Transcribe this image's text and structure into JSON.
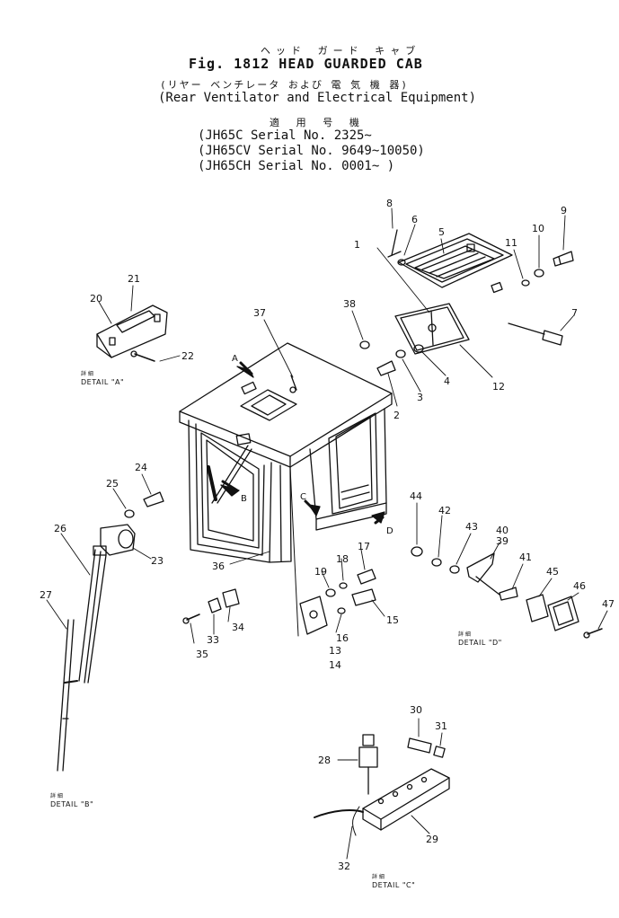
{
  "header": {
    "jp_title": "ヘッド ガード キャブ",
    "title": "Fig. 1812 HEAD GUARDED CAB",
    "jp_subtitle": "(リヤー ベンチレータ および 電 気 機 器)",
    "subtitle": "(Rear Ventilator and Electrical Equipment)",
    "jp_applicable": "適 用 号 機",
    "serials": [
      "(JH65C    Serial No. 2325~",
      "(JH65CV  Serial No. 9649~10050)",
      "(JH65CH  Serial No. 0001~          )"
    ]
  },
  "details": {
    "jp": "詳 細",
    "a": "DETAIL \"A\"",
    "b": "DETAIL \"B\"",
    "c": "DETAIL \"C\"",
    "d": "DETAIL \"D\""
  },
  "view_arrows": [
    "A",
    "B",
    "C",
    "D"
  ],
  "callouts": [
    "1",
    "2",
    "3",
    "4",
    "5",
    "6",
    "7",
    "8",
    "9",
    "10",
    "11",
    "12",
    "13",
    "14",
    "15",
    "16",
    "17",
    "18",
    "19",
    "20",
    "21",
    "22",
    "23",
    "24",
    "25",
    "26",
    "27",
    "28",
    "29",
    "30",
    "31",
    "32",
    "33",
    "34",
    "35",
    "36",
    "37",
    "38",
    "39",
    "40",
    "41",
    "42",
    "43",
    "44",
    "45",
    "46",
    "47"
  ]
}
